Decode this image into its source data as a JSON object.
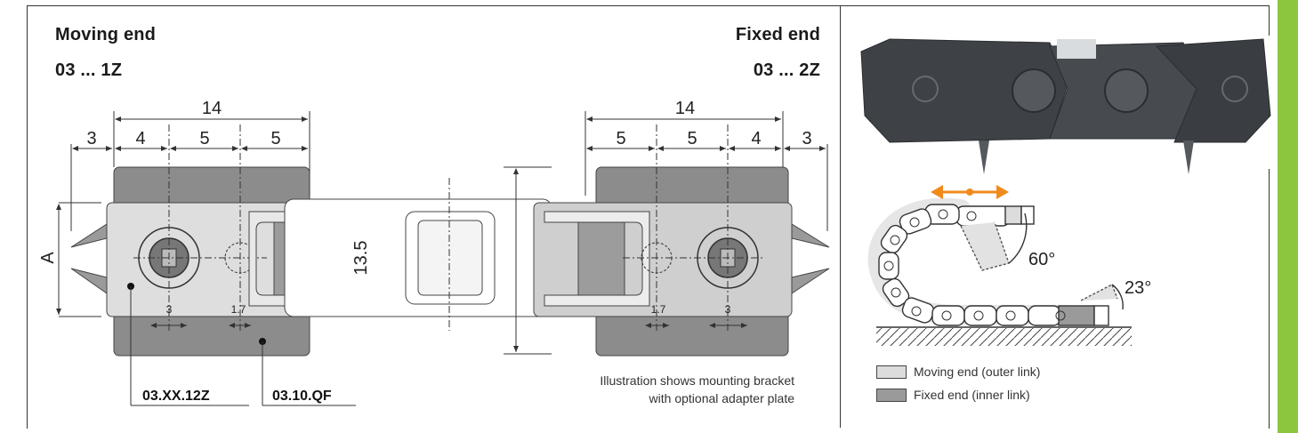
{
  "left_panel": {
    "moving_end": {
      "title": "Moving end",
      "code": "03 ... 1Z"
    },
    "fixed_end": {
      "title": "Fixed end",
      "code": "03 ... 2Z"
    },
    "dimensions": {
      "left_top": "14",
      "left_sub": [
        "3",
        "4",
        "5",
        "5"
      ],
      "left_small": [
        "3",
        "1.7"
      ],
      "right_top": "14",
      "right_sub": [
        "5",
        "5",
        "4",
        "3"
      ],
      "right_small": [
        "1.7",
        "3"
      ],
      "height_center": "13.5",
      "height_label": "A"
    },
    "part_codes": [
      "03.XX.12Z",
      "03.10.QF"
    ],
    "caption_line1": "Illustration shows mounting bracket",
    "caption_line2": "with optional adapter plate"
  },
  "right_panel": {
    "angles": [
      "60°",
      "23°"
    ],
    "legend": [
      {
        "label": "Moving end (outer link)",
        "color": "#dcdcdc"
      },
      {
        "label": "Fixed end (inner link)",
        "color": "#9a9a9a"
      }
    ],
    "accent_color": "#f08a1c"
  }
}
